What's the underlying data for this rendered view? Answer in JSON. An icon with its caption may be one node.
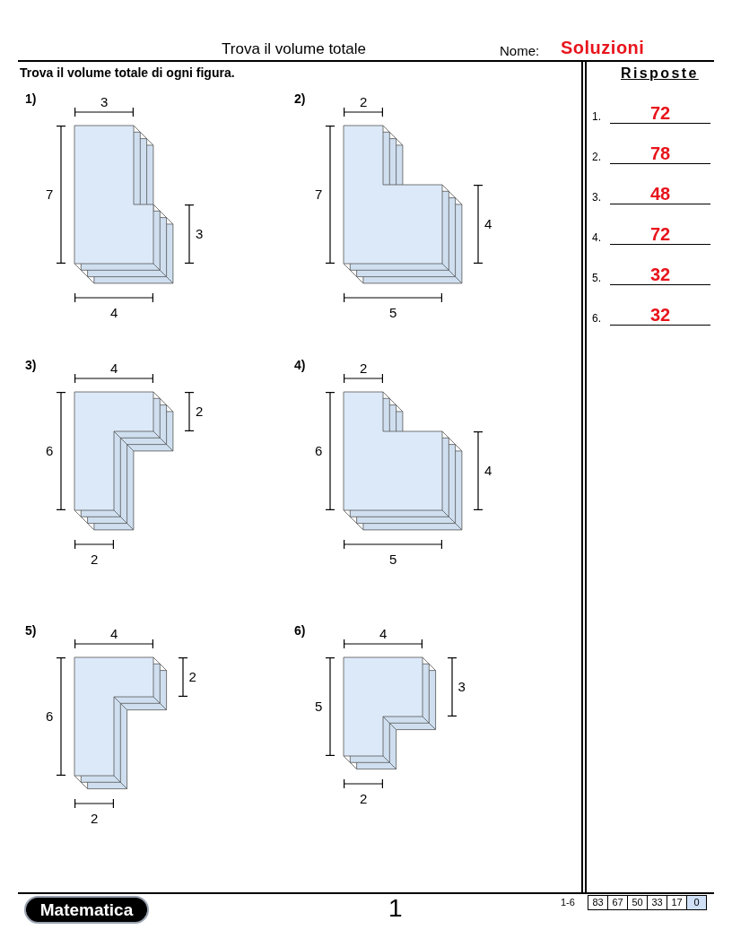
{
  "diagram": {
    "title": "Trova il volume totale",
    "labels": [
      "Nome:",
      "Soluzioni",
      "Trova il volume totale di ogni figura.",
      "Risposte",
      "1.",
      "72",
      "2.",
      "78",
      "3.",
      "48",
      "4.",
      "72",
      "5.",
      "32",
      "6.",
      "32",
      "1)",
      "3",
      "7",
      "3",
      "4",
      "2)",
      "2",
      "7",
      "4",
      "5",
      "3)",
      "4",
      "6",
      "2",
      "2",
      "4)",
      "2",
      "6",
      "4",
      "5",
      "5)",
      "4",
      "6",
      "2",
      "2",
      "6)",
      "4",
      "5",
      "3",
      "2",
      "Matematica",
      "1",
      "1-6",
      "83",
      "67",
      "50",
      "33",
      "17",
      "0"
    ]
  }
}
